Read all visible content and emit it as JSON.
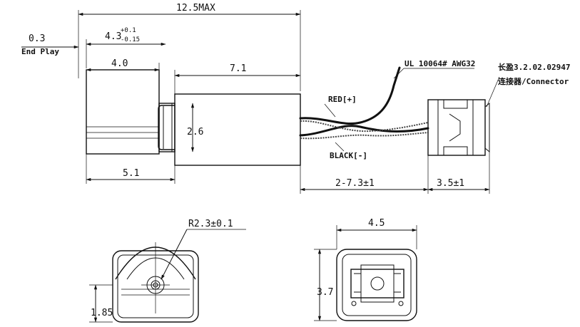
{
  "dimensions": {
    "overall_length": "12.5MAX",
    "end_play": "0.3",
    "end_play_label": "End Play",
    "housing_length_main": "4.3",
    "housing_tol_plus": "+0.1",
    "housing_tol_minus": "-0.15",
    "weight_length": "4.0",
    "motor_body_length": "7.1",
    "shaft_diameter": "2.6",
    "weight_to_body": "5.1",
    "wire_length": "2-7.3±1",
    "connector_length": "3.5±1",
    "radius": "R2.3±0.1",
    "front_height": "1.85",
    "end_width": "4.5",
    "end_height": "3.7"
  },
  "labels": {
    "wire_spec": "UL 10064# AWG32",
    "part_number": "长盈3.2.02.02947",
    "connector": "连接器/Connector",
    "red_wire": "RED[+]",
    "black_wire": "BLACK[-]"
  }
}
